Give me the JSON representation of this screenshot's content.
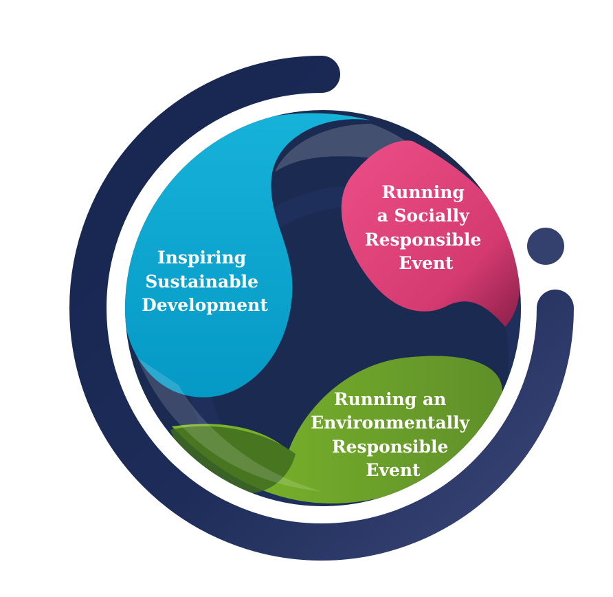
{
  "colors": {
    "ring_dark": "#1a2a52",
    "ring_light": "#34416f",
    "core": "#1b2a50",
    "blue_blob": "#0aa6cf",
    "pink_blob": "#e3427a",
    "green_blob": "#6e9a2c"
  },
  "segments": [
    {
      "id": "sustainable-development",
      "color": "#0aa6cf",
      "lines": [
        "Inspiring",
        "Sustainable",
        "Development"
      ]
    },
    {
      "id": "socially-responsible",
      "color": "#e3427a",
      "lines": [
        "Running",
        "a Socially",
        "Responsible",
        "Event"
      ]
    },
    {
      "id": "environmentally-responsible",
      "color": "#6e9a2c",
      "lines": [
        "Running an",
        "Environmentally",
        "Responsible",
        "Event"
      ]
    }
  ]
}
